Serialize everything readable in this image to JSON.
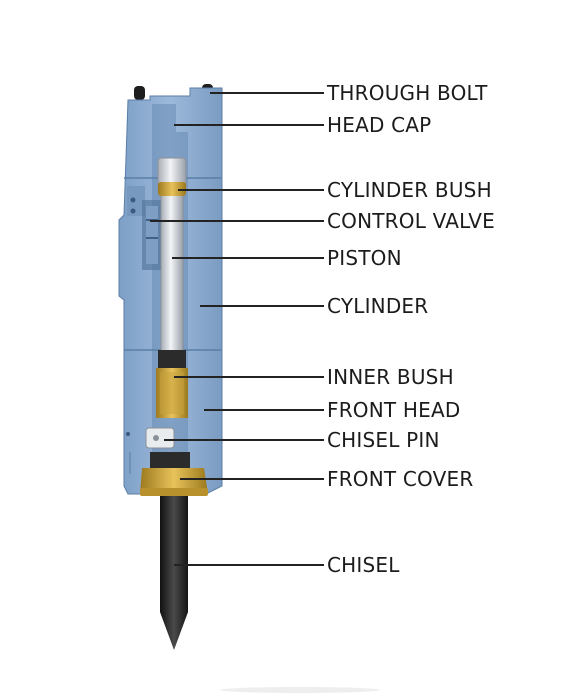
{
  "labels": {
    "through_bolt": "THROUGH BOLT",
    "head_cap": "HEAD CAP",
    "cylinder_bush": "CYLINDER BUSH",
    "control_valve": "CONTROL VALVE",
    "piston": "PISTON",
    "cylinder": "CYLINDER",
    "inner_bush": "INNER BUSH",
    "front_head": "FRONT HEAD",
    "chisel_pin": "CHISEL PIN",
    "front_cover": "FRONT COVER",
    "chisel": "CHISEL"
  },
  "colors": {
    "body_blue": "#8fb0d3",
    "body_blue_dark": "#6c8fb7",
    "brass": "#c9a033",
    "chisel_dark": "#2a2a2a",
    "piston_silver": "#d9dde2",
    "leader_line": "#222222",
    "label_text": "#1c1c1c"
  }
}
